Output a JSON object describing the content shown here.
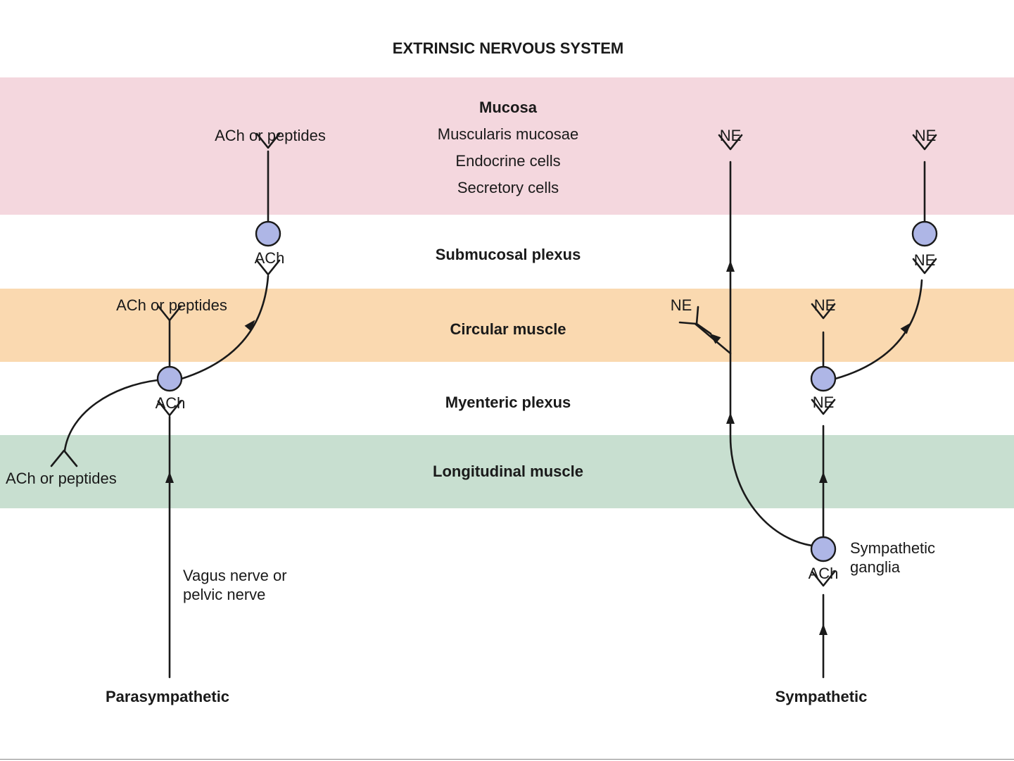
{
  "title": "EXTRINSIC NERVOUS SYSTEM",
  "colors": {
    "mucosa": "#f4d7de",
    "circular_muscle": "#fad9b0",
    "longitudinal_muscle": "#c8dfd0",
    "neuron_fill": "#aeb6e6",
    "line": "#1a1a1a"
  },
  "layers": {
    "mucosa": "Mucosa",
    "muscularis_mucosae": "Muscularis mucosae",
    "endocrine_cells": "Endocrine cells",
    "secretory_cells": "Secretory cells",
    "submucosal_plexus": "Submucosal plexus",
    "circular_muscle": "Circular muscle",
    "myenteric_plexus": "Myenteric plexus",
    "longitudinal_muscle": "Longitudinal muscle"
  },
  "parasympathetic": {
    "label": "Parasympathetic",
    "nerve_label": "Vagus nerve or\npelvic nerve",
    "mucosa_terminal": "ACh or peptides",
    "submucosal_neuron_input": "ACh",
    "circular_terminal": "ACh or peptides",
    "myenteric_neuron_input": "ACh",
    "longitudinal_terminal": "ACh or peptides"
  },
  "sympathetic": {
    "label": "Sympathetic",
    "ganglia_label": "Sympathetic\nganglia",
    "ganglion_input": "ACh",
    "mucosa_terminal_a": "NE",
    "mucosa_terminal_b": "NE",
    "submucosal_neuron_input": "NE",
    "circular_terminal_a": "NE",
    "circular_terminal_b": "NE",
    "myenteric_neuron_input": "NE"
  }
}
